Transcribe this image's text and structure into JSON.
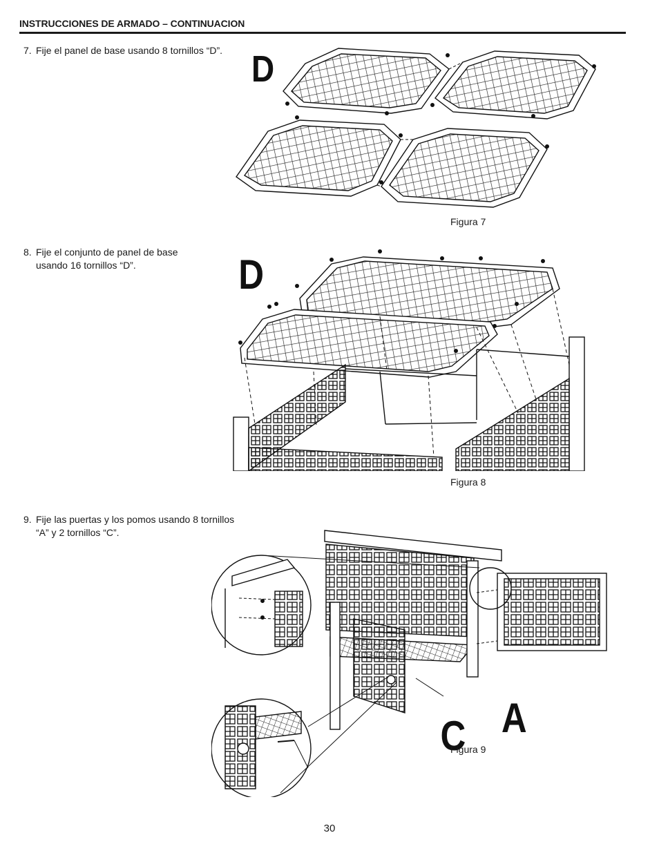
{
  "header": {
    "title": "INSTRUCCIONES DE ARMADO – CONTINUACION"
  },
  "steps": [
    {
      "number": "7.",
      "line1": "Fije el panel de base usando 8 tornillos “D”.",
      "line2": ""
    },
    {
      "number": "8.",
      "line1": "Fije el conjunto de panel de base",
      "line2": "usando 16 tornillos “D”."
    },
    {
      "number": "9.",
      "line1": "Fije las puertas y los pomos usando 8 tornillos",
      "line2": "“A” y 2 tornillos “C”."
    }
  ],
  "figures": [
    {
      "caption": "Figura 7",
      "labels": [
        "D"
      ]
    },
    {
      "caption": "Figura 8",
      "labels": [
        "D"
      ]
    },
    {
      "caption": "Figura 9",
      "labels": [
        "C",
        "A"
      ]
    }
  ],
  "page_number": "30"
}
